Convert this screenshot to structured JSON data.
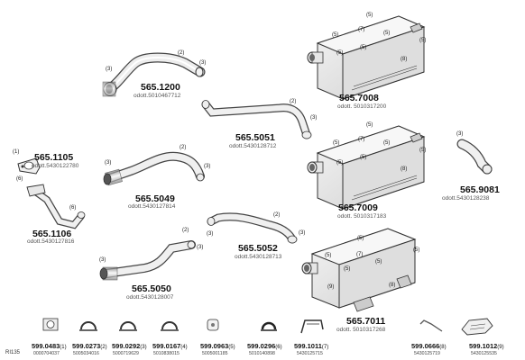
{
  "diagram": {
    "code": "RI135",
    "parts": [
      {
        "id": "p5651200",
        "number": "565.1200",
        "subtitle": "odott.5010467712"
      },
      {
        "id": "p5655051",
        "number": "565.5051",
        "subtitle": "odott.5430128712"
      },
      {
        "id": "p5657008",
        "number": "565.7008",
        "subtitle": "odott. 5010317200"
      },
      {
        "id": "p5651105",
        "number": "565.1105",
        "subtitle": "odott.5430122780"
      },
      {
        "id": "p5651106",
        "number": "565.1106",
        "subtitle": "odott.5430127816"
      },
      {
        "id": "p5655049",
        "number": "565.5049",
        "subtitle": "odott.5430127814"
      },
      {
        "id": "p5657009",
        "number": "565.7009",
        "subtitle": "odott. 5010317183"
      },
      {
        "id": "p5659081",
        "number": "565.9081",
        "subtitle": "odott.5430128238"
      },
      {
        "id": "p5655052",
        "number": "565.5052",
        "subtitle": "odott.5430128713"
      },
      {
        "id": "p5655050",
        "number": "565.5050",
        "subtitle": "odott.5430128007"
      },
      {
        "id": "p5657011",
        "number": "565.7011",
        "subtitle": "odott. 5010317268"
      }
    ],
    "callouts": [
      "(1)",
      "(2)",
      "(3)",
      "(4)",
      "(5)",
      "(6)",
      "(7)",
      "(8)",
      "(9)"
    ],
    "accessories": [
      {
        "number": "599.0483",
        "ref": "(1)",
        "code": "0000704037"
      },
      {
        "number": "599.0273",
        "ref": "(2)",
        "code": "5005034016"
      },
      {
        "number": "599.0292",
        "ref": "(3)",
        "code": "5000719629"
      },
      {
        "number": "599.0167",
        "ref": "(4)",
        "code": "5010838015"
      },
      {
        "number": "599.0963",
        "ref": "(5)",
        "code": "5005001185"
      },
      {
        "number": "599.0296",
        "ref": "(6)",
        "code": "5010140898"
      },
      {
        "number": "599.1011",
        "ref": "(7)",
        "code": "5430125715"
      },
      {
        "number": "599.0666",
        "ref": "(8)",
        "code": "5430125719"
      },
      {
        "number": "599.1012",
        "ref": "(9)",
        "code": "5430125535"
      }
    ]
  }
}
